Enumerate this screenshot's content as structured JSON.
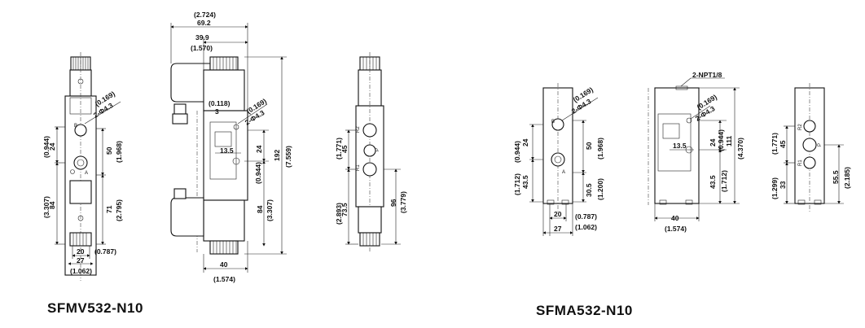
{
  "models": [
    {
      "title": "SFMV532-N10"
    },
    {
      "title": "SFMA532-N10"
    }
  ],
  "v_front": {
    "hole_in": "(0.169)",
    "hole": "2-Φ4.3",
    "d24_in": "(0.944)",
    "d24": "24",
    "d50": "50",
    "d50_in": "(1.968)",
    "d84": "84",
    "d84_in": "(3.307)",
    "d71": "71",
    "d71_in": "(2.795)",
    "d20": "20",
    "d20_in": "(0.787)",
    "d27": "27",
    "d27_in": "(1.062)",
    "mark_b": "B",
    "mark_a": "A"
  },
  "v_side": {
    "top_in": "(2.724)",
    "top": "69.2",
    "w399": "39.9",
    "w399_in": "(1.570)",
    "d3_in": "(0.118)",
    "d3": "3",
    "hole_in": "(0.169)",
    "hole": "2-Φ4.3",
    "d135": "13.5",
    "d24": "24",
    "d24_in": "(0.944)",
    "d192": "192",
    "d192_in": "(7.559)",
    "d84": "84",
    "d84_in": "(3.307)",
    "d40": "40",
    "d40_in": "(1.574)"
  },
  "v_rear": {
    "d45_in": "(1.771)",
    "d45": "45",
    "d735_in": "(2.893)",
    "d735": "73.5",
    "d96": "96",
    "d96_in": "(3.779)",
    "r2": "R2",
    "r1": "R1",
    "p": "P"
  },
  "a_front": {
    "hole_in": "(0.169)",
    "hole": "2-Φ4.3",
    "d24_in": "(0.944)",
    "d24": "24",
    "d50": "50",
    "d50_in": "(1.968)",
    "d435_in": "(1.712)",
    "d435": "43.5",
    "d305": "30.5",
    "d305_in": "(1.200)",
    "d20": "20",
    "d20_in": "(0.787)",
    "d27": "27",
    "d27_in": "(1.062)",
    "mark_b": "B",
    "mark_a": "A"
  },
  "a_side": {
    "npt": "2-NPT1/8",
    "hole_in": "(0.169)",
    "hole": "2-Φ4.3",
    "d135": "13.5",
    "d24": "24",
    "d24_in": "(0.944)",
    "d111": "111",
    "d111_in": "(4.370)",
    "d435": "43.5",
    "d435_in": "(1.712)",
    "d40": "40",
    "d40_in": "(1.574)"
  },
  "a_rear": {
    "d45_in": "(1.771)",
    "d45": "45",
    "d33_in": "(1.299)",
    "d33": "33",
    "d555": "55.5",
    "d555_in": "(2.185)",
    "r2": "R2",
    "r1": "R1",
    "p": "P"
  }
}
